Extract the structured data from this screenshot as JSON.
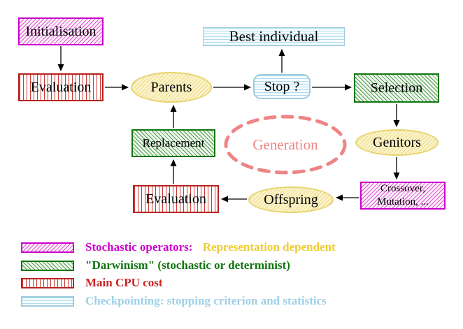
{
  "diagram": {
    "nodes": {
      "initialisation": "Initialisation",
      "evaluation_top": "Evaluation",
      "parents": "Parents",
      "best_individual": "Best individual",
      "stop": "Stop ?",
      "selection": "Selection",
      "replacement": "Replacement",
      "generation": "Generation",
      "genitors": "Genitors",
      "crossover_line1": "Crossover,",
      "crossover_line2": "Mutation, ...",
      "offspring": "Offspring",
      "evaluation_bottom": "Evaluation"
    },
    "edges": [
      {
        "from": "Initialisation",
        "to": "Evaluation"
      },
      {
        "from": "Evaluation",
        "to": "Parents"
      },
      {
        "from": "Parents",
        "to": "Stop ?"
      },
      {
        "from": "Stop ?",
        "to": "Best individual"
      },
      {
        "from": "Stop ?",
        "to": "Selection"
      },
      {
        "from": "Selection",
        "to": "Genitors"
      },
      {
        "from": "Genitors",
        "to": "Crossover, Mutation, ..."
      },
      {
        "from": "Crossover, Mutation, ...",
        "to": "Offspring"
      },
      {
        "from": "Offspring",
        "to": "Evaluation"
      },
      {
        "from": "Evaluation",
        "to": "Replacement"
      },
      {
        "from": "Replacement",
        "to": "Parents"
      }
    ]
  },
  "legend": {
    "rows": [
      {
        "swatch": "magenta-diagonal-hatch",
        "label": "Stochastic operators:",
        "label2": "Representation dependent"
      },
      {
        "swatch": "green-diagonal-hatch",
        "label": "\"Darwinism\" (stochastic or determinist)"
      },
      {
        "swatch": "red-vertical-stripes",
        "label": "Main CPU cost"
      },
      {
        "swatch": "cyan-horizontal-stripes",
        "label": "Checkpointing: stopping criterion and statistics"
      }
    ]
  },
  "colors": {
    "magenta": "#cc00cc",
    "green": "#117711",
    "red": "#cc2222",
    "cyan_border": "#9fcbdd",
    "cyan_text": "#9fd0e6",
    "yellow_border": "#e8d36e",
    "gold_text": "#eecc33",
    "salmon": "#ee8585",
    "black": "#000000"
  }
}
